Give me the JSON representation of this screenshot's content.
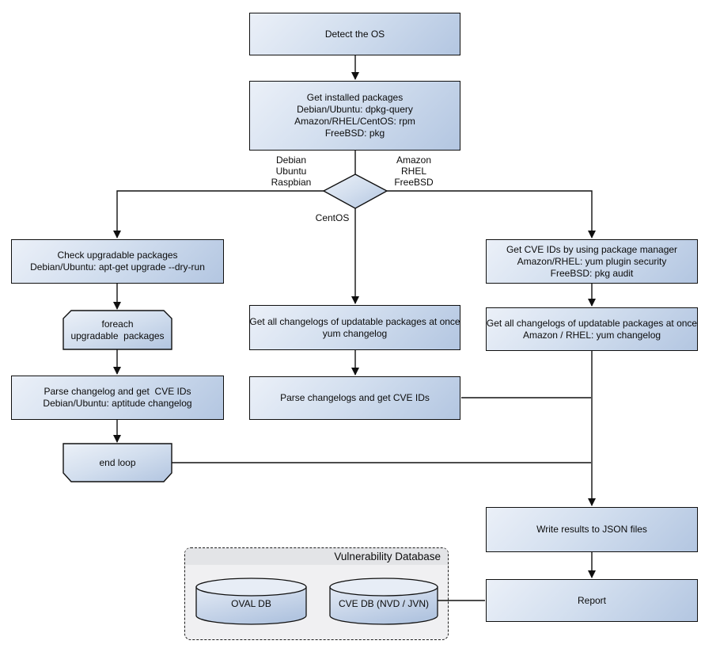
{
  "nodes": {
    "detect_os": {
      "lines": [
        "Detect the OS"
      ]
    },
    "get_installed_packages": {
      "lines": [
        "Get installed packages",
        "Debian/Ubuntu: dpkg-query",
        "Amazon/RHEL/CentOS: rpm",
        "FreeBSD: pkg"
      ]
    },
    "check_upgradable_packages": {
      "lines": [
        "Check upgradable packages",
        "Debian/Ubuntu: apt-get upgrade --dry-run"
      ]
    },
    "foreach_loop_start": {
      "lines": [
        "foreach",
        "upgradable  packages"
      ]
    },
    "parse_changelog_debian": {
      "lines": [
        "Parse changelog and get  CVE IDs",
        "Debian/Ubuntu: aptitude changelog"
      ]
    },
    "end_loop": {
      "lines": [
        "end loop"
      ]
    },
    "get_changelogs_centos": {
      "lines": [
        "Get all changelogs of updatable packages at once",
        "yum changelog"
      ]
    },
    "parse_changelogs_centos": {
      "lines": [
        "Parse changelogs and get CVE IDs"
      ]
    },
    "get_cve_ids_pkg_manager": {
      "lines": [
        "Get CVE IDs by using package manager",
        "Amazon/RHEL: yum plugin security",
        "FreeBSD: pkg audit"
      ]
    },
    "get_changelogs_amazon_rhel": {
      "lines": [
        "Get all changelogs of updatable packages at once",
        "Amazon / RHEL: yum changelog"
      ]
    },
    "write_results": {
      "lines": [
        "Write results to JSON files"
      ]
    },
    "report": {
      "lines": [
        "Report"
      ]
    }
  },
  "branch_labels": {
    "left": {
      "lines": [
        "Debian",
        "Ubuntu",
        "Raspbian"
      ]
    },
    "right": {
      "lines": [
        "Amazon",
        "RHEL",
        "FreeBSD"
      ]
    },
    "bottom": "CentOS"
  },
  "database_group": {
    "title": "Vulnerability Database",
    "cylinders": [
      {
        "label": "OVAL DB"
      },
      {
        "label": "CVE DB (NVD / JVN)"
      }
    ]
  },
  "colors": {
    "node_fill_light": "#ebf0f8",
    "node_fill_dark": "#b3c6e1",
    "outline": "#101010",
    "group_fill": "#f0f0f2",
    "group_header_fill": "#e3e4e7"
  }
}
